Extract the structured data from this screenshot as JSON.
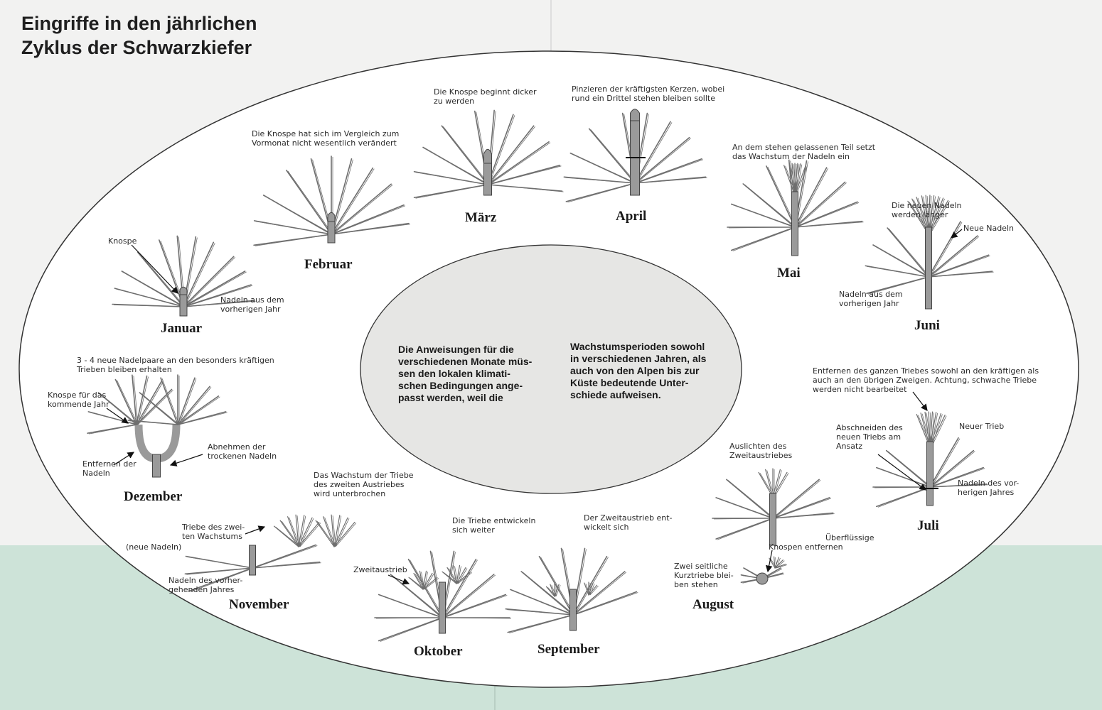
{
  "title": {
    "line1": "Eingriffe in den jährlichen",
    "line2": "Zyklus der Schwarzkiefer"
  },
  "center_text": {
    "left": [
      "Die Anweisungen für die",
      "verschiedenen Monate müs-",
      "sen den lokalen klimati-",
      "schen Bedingungen ange-",
      "passt werden, weil die"
    ],
    "right": [
      "Wachstumsperioden sowohl",
      "in verschiedenen Jahren, als",
      "auch von den Alpen bis zur",
      "Küste bedeutende Unter-",
      "schiede aufweisen."
    ]
  },
  "months": {
    "januar": "Januar",
    "februar": "Februar",
    "maerz": "März",
    "april": "April",
    "mai": "Mai",
    "juni": "Juni",
    "juli": "Juli",
    "august": "August",
    "september": "September",
    "oktober": "Oktober",
    "november": "November",
    "dezember": "Dezember"
  },
  "labels": {
    "januar_knospe": [
      "Knospe"
    ],
    "januar_nadeln": [
      "Nadeln aus dem",
      "vorherigen Jahr"
    ],
    "februar": [
      "Die Knospe hat sich im Vergleich zum",
      "Vormonat nicht wesentlich verändert"
    ],
    "maerz": [
      "Die Knospe beginnt dicker",
      "zu werden"
    ],
    "april": [
      "Pinzieren der kräftigsten Kerzen, wobei",
      "rund ein Drittel stehen bleiben sollte"
    ],
    "mai": [
      "An dem stehen gelassenen Teil setzt",
      "das Wachstum der Nadeln ein"
    ],
    "juni_top": [
      "Die neuen Nadeln",
      "werden länger"
    ],
    "juni_neue": [
      "Neue Nadeln"
    ],
    "juni_nadeln": [
      "Nadeln aus dem",
      "vorherigen Jahr"
    ],
    "juli_top": [
      "Entfernen des ganzen Triebes sowohl an den kräftigen als",
      "auch an den übrigen Zweigen. Achtung, schwache Triebe",
      "werden nicht bearbeitet"
    ],
    "juli_neuer": [
      "Neuer Trieb"
    ],
    "juli_abschneiden": [
      "Abschneiden des",
      "neuen Triebs am",
      "Ansatz"
    ],
    "juli_nadeln": [
      "Nadeln des vor-",
      "herigen Jahres"
    ],
    "august_ueberfluessige": [
      "Überflüssige",
      "Knospen entfernen"
    ],
    "august_zwei": [
      "Zwei seitliche",
      "Kurztriebe blei-",
      "ben stehen"
    ],
    "august_auslichten": [
      "Auslichten des",
      "Zweitaustriebes"
    ],
    "september": [
      "Der Zweitaustrieb ent-",
      "wickelt sich"
    ],
    "oktober_entwickeln": [
      "Die Triebe entwickeln",
      "sich weiter"
    ],
    "oktober_zweit": [
      "Zweitaustrieb"
    ],
    "november_wachstum": [
      "Das Wachstum der Triebe",
      "des zweiten Austriebes",
      "wird unterbrochen"
    ],
    "november_triebe": [
      "Triebe des zwei-",
      "ten Wachstums",
      "(neue Nadeln)"
    ],
    "november_nadeln": [
      "Nadeln des vorher-",
      "gehenden Jahres"
    ],
    "dezember_paare": [
      "3 - 4 neue Nadelpaare an den besonders kräftigen",
      "Trieben bleiben erhalten"
    ],
    "dezember_knospe": [
      "Knospe für das",
      "kommende Jahr"
    ],
    "dezember_entfernen": [
      "Entfernen der",
      "Nadeln"
    ],
    "dezember_abnehmen": [
      "Abnehmen der",
      "trockenen Nadeln"
    ]
  },
  "colors": {
    "page": "#f2f2f1",
    "green_band": "#cde3d8",
    "ellipse_fill": "#ffffff",
    "inner_ellipse_fill": "#e6e6e4",
    "needle": "#6e6e6e",
    "bud": "#9a9a9a",
    "ink": "#1a1a1a"
  }
}
